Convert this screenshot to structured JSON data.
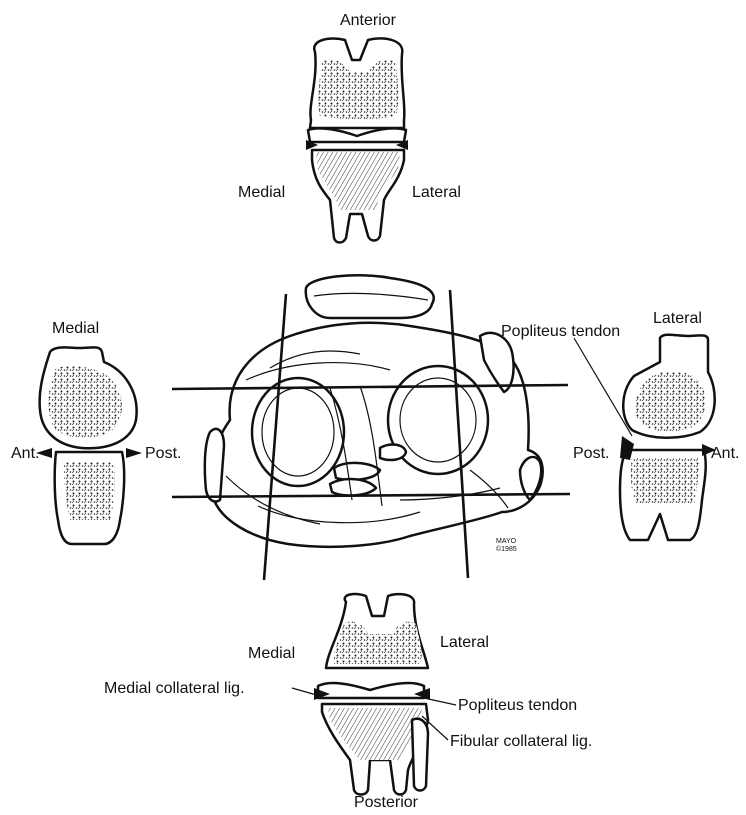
{
  "figure": {
    "top_section": {
      "top": "Anterior",
      "left": "Medial",
      "right": "Lateral"
    },
    "left_section": {
      "top": "Medial",
      "front": "Ant.",
      "back": "Post."
    },
    "right_section": {
      "top": "Lateral",
      "tendon": "Popliteus tendon",
      "back": "Post.",
      "front": "Ant."
    },
    "bottom_section": {
      "left": "Medial",
      "right": "Lateral",
      "medial_ligament": "Medial collateral lig.",
      "tendon": "Popliteus tendon",
      "fibular_ligament": "Fibular collateral lig.",
      "bottom": "Posterior"
    },
    "signature_mark": "MAYO"
  }
}
